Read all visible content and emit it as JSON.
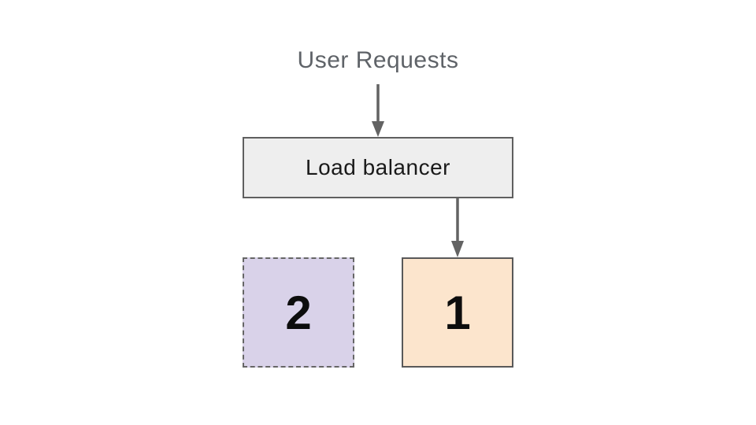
{
  "diagram": {
    "title": "User Requests",
    "nodes": {
      "load_balancer": {
        "label": "Load balancer",
        "fill": "#eeeeee",
        "border_color": "#5f5f5f",
        "border_style": "solid"
      },
      "server_1": {
        "label": "1",
        "fill": "#fce5cd",
        "border_color": "#595959",
        "border_style": "solid"
      },
      "server_2": {
        "label": "2",
        "fill": "#d9d2e9",
        "border_color": "#666666",
        "border_style": "dashed"
      }
    },
    "edges": [
      {
        "from": "user-requests-title",
        "to": "load-balancer",
        "direction": "down"
      },
      {
        "from": "load-balancer",
        "to": "server-1",
        "direction": "down"
      }
    ],
    "colors": {
      "background": "#ffffff",
      "arrow": "#636363",
      "title_text": "#5f6368",
      "node_text": "#0d0d0d"
    }
  }
}
